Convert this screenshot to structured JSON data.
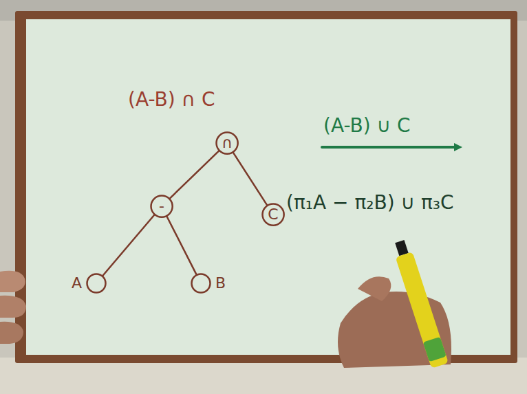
{
  "diagram": {
    "title": "(A-B) ∩ C",
    "nodes": [
      {
        "text": [
          "∩"
        ]
      },
      {
        "text": [
          "-"
        ]
      },
      {
        "text": [
          "C"
        ]
      },
      {
        "text": [
          "A"
        ]
      },
      {
        "text": [
          "B"
        ]
      }
    ],
    "edges": [
      {
        "from": 0,
        "to": 1,
        "arrow": "none"
      },
      {
        "from": 0,
        "to": 2,
        "arrow": "none"
      },
      {
        "from": 1,
        "to": 3,
        "arrow": "none"
      },
      {
        "from": 1,
        "to": 4,
        "arrow": "none"
      }
    ],
    "labels": [
      "(A-B) ∪ C",
      "(π₁A − π₂B) ∪ π₃C"
    ]
  }
}
